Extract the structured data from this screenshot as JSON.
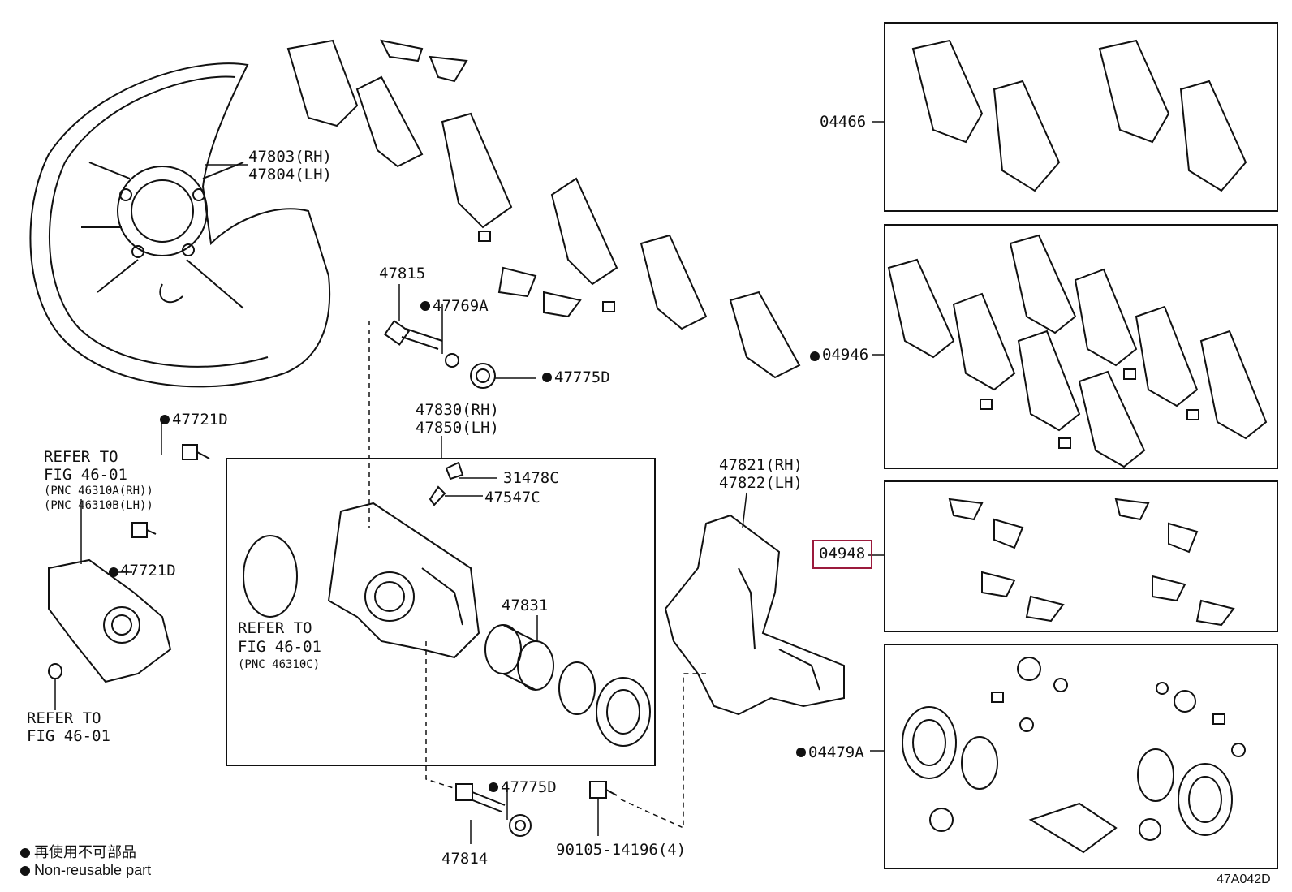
{
  "labels": {
    "l47803": "47803(RH)",
    "l47804": "47804(LH)",
    "l47815": "47815",
    "l47769A": "47769A",
    "l47775D_a": "47775D",
    "l47721D_a": "47721D",
    "l47830": "47830(RH)",
    "l47850": "47850(LH)",
    "l31478C": "31478C",
    "l47547C": "47547C",
    "l47821": "47821(RH)",
    "l47822": "47822(LH)",
    "l47721D_b": "47721D",
    "l47831": "47831",
    "l47775D_b": "47775D",
    "l47814": "47814",
    "l90105": "90105-14196(4)",
    "l04466": "04466",
    "l04946": "04946",
    "l04948": "04948",
    "l04479A": "04479A",
    "ref1_a": "REFER TO",
    "ref1_b": "FIG 46-01",
    "ref1_c": "(PNC 46310A(RH))",
    "ref1_d": "(PNC 46310B(LH))",
    "ref2_a": "REFER TO",
    "ref2_b": "FIG 46-01",
    "ref2_c": "(PNC 46310C)",
    "ref3_a": "REFER TO",
    "ref3_b": "FIG 46-01",
    "legend_cn": "再使用不可部品",
    "legend_en": "Non-reusable part",
    "figure_code": "47A042D"
  },
  "colors": {
    "line": "#111111",
    "highlight": "#9b1a3c",
    "background": "#ffffff"
  }
}
